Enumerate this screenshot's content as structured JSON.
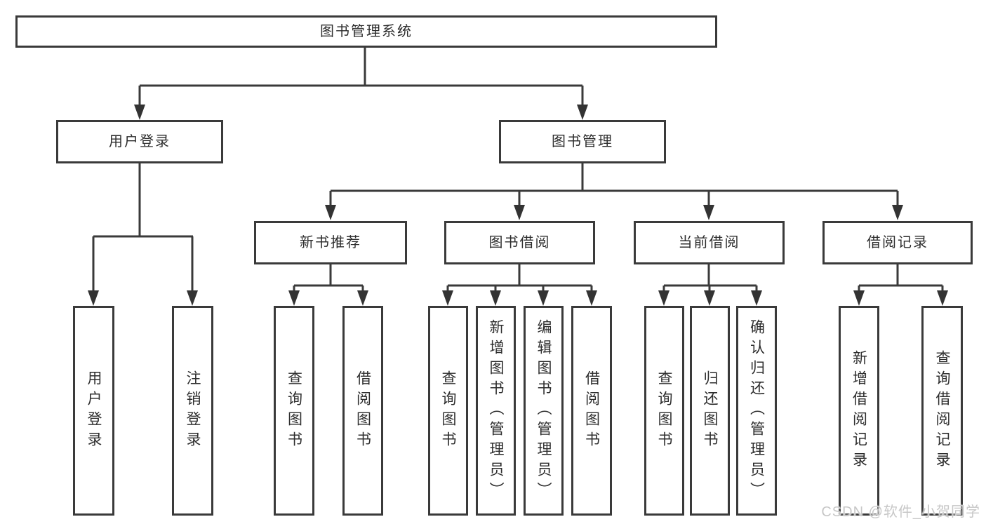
{
  "nodes": {
    "root": {
      "label": "图书管理系统"
    },
    "user_login": {
      "label": "用户登录"
    },
    "book_mgmt": {
      "label": "图书管理"
    },
    "new_book_rec": {
      "label": "新书推荐"
    },
    "book_borrow": {
      "label": "图书借阅"
    },
    "current_borrow": {
      "label": "当前借阅"
    },
    "borrow_records": {
      "label": "借阅记录"
    },
    "ul_user_login": {
      "label": "用户登录"
    },
    "ul_logout": {
      "label": "注销登录"
    },
    "nb_query": {
      "label": "查询图书"
    },
    "nb_borrow": {
      "label": "借阅图书"
    },
    "bb_query": {
      "label": "查询图书"
    },
    "bb_add": {
      "label": "新增图书（管理员）"
    },
    "bb_edit": {
      "label": "编辑图书（管理员）"
    },
    "bb_borrow": {
      "label": "借阅图书"
    },
    "cb_query": {
      "label": "查询图书"
    },
    "cb_return": {
      "label": "归还图书"
    },
    "cb_confirm": {
      "label": "确认归还（管理员）"
    },
    "br_add": {
      "label": "新增借阅记录"
    },
    "br_query": {
      "label": "查询借阅记录"
    }
  },
  "hierarchy": {
    "label": "图书管理系统",
    "children": [
      {
        "label": "用户登录",
        "children": [
          {
            "label": "用户登录"
          },
          {
            "label": "注销登录"
          }
        ]
      },
      {
        "label": "图书管理",
        "children": [
          {
            "label": "新书推荐",
            "children": [
              {
                "label": "查询图书"
              },
              {
                "label": "借阅图书"
              }
            ]
          },
          {
            "label": "图书借阅",
            "children": [
              {
                "label": "查询图书"
              },
              {
                "label": "新增图书（管理员）"
              },
              {
                "label": "编辑图书（管理员）"
              },
              {
                "label": "借阅图书"
              }
            ]
          },
          {
            "label": "当前借阅",
            "children": [
              {
                "label": "查询图书"
              },
              {
                "label": "归还图书"
              },
              {
                "label": "确认归还（管理员）"
              }
            ]
          },
          {
            "label": "借阅记录",
            "children": [
              {
                "label": "新增借阅记录"
              },
              {
                "label": "查询借阅记录"
              }
            ]
          }
        ]
      }
    ]
  },
  "watermark": {
    "text": "CSDN @软件_小贺同学"
  },
  "colors": {
    "line": "#3a3a3a",
    "box_border": "#3a3a3a",
    "text": "#2d2d2d",
    "watermark": "#c7c7c7",
    "background": "#ffffff"
  }
}
